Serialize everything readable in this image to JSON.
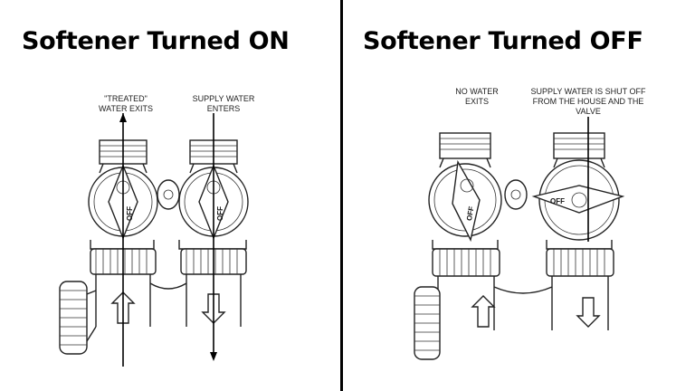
{
  "left_panel": {
    "title": "Softener Turned ON",
    "labels": {
      "outlet": "\"TREATED\"\nWATER EXITS",
      "inlet": "SUPPLY WATER\nENTERS"
    },
    "valve_text": "OFF"
  },
  "right_panel": {
    "title": "Softener Turned OFF",
    "labels": {
      "outlet": "NO WATER\nEXITS",
      "inlet": "SUPPLY WATER IS SHUT OFF\nFROM THE HOUSE AND THE\nVALVE"
    },
    "valve_text": "OFF"
  },
  "colors": {
    "line": "#222222",
    "background": "#ffffff",
    "divider": "#000000"
  }
}
